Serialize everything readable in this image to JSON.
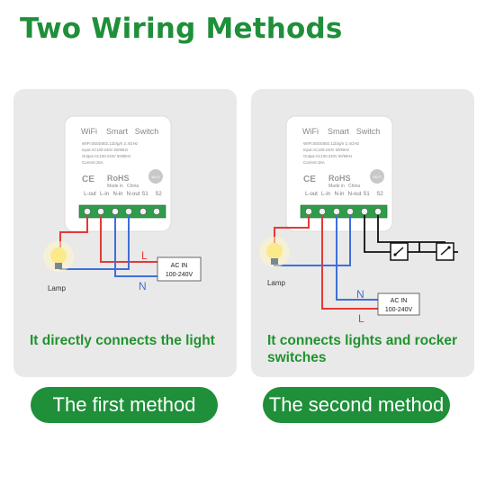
{
  "title": "Two Wiring Methods",
  "device": {
    "top_labels": [
      "WiFi",
      "Smart",
      "Switch"
    ],
    "spec_line_1": "WIFI:IEEE802.11b/g/n 2.4GHz",
    "spec_line_2": "Input:AC100-240V 50/60Hz",
    "spec_line_3": "Output:AC100-240V 50/60Hz",
    "spec_line_4": "Current:16A",
    "ce_mark": "CE",
    "rohs_mark": "RoHS",
    "made_in_1": "Made in",
    "made_in_2": "China",
    "wifi_badge": "Wi-Fi",
    "terminals": [
      "L-out",
      "L-in",
      "N-in",
      "N-out",
      "S1",
      "S2"
    ]
  },
  "wires": {
    "live_label": "L",
    "neutral_label": "N"
  },
  "ac_in": {
    "line1": "AC IN",
    "line2": "100-240V"
  },
  "lamp_label": "Lamp",
  "colors": {
    "green": "#1f8f3a",
    "live": "#e53935",
    "neutral": "#3f6fd8",
    "panel": "#e9e9e9"
  },
  "methods": [
    {
      "caption": "It directly connects the light",
      "button": "The first method"
    },
    {
      "caption": "It connects lights and rocker switches",
      "button": "The second method"
    }
  ]
}
